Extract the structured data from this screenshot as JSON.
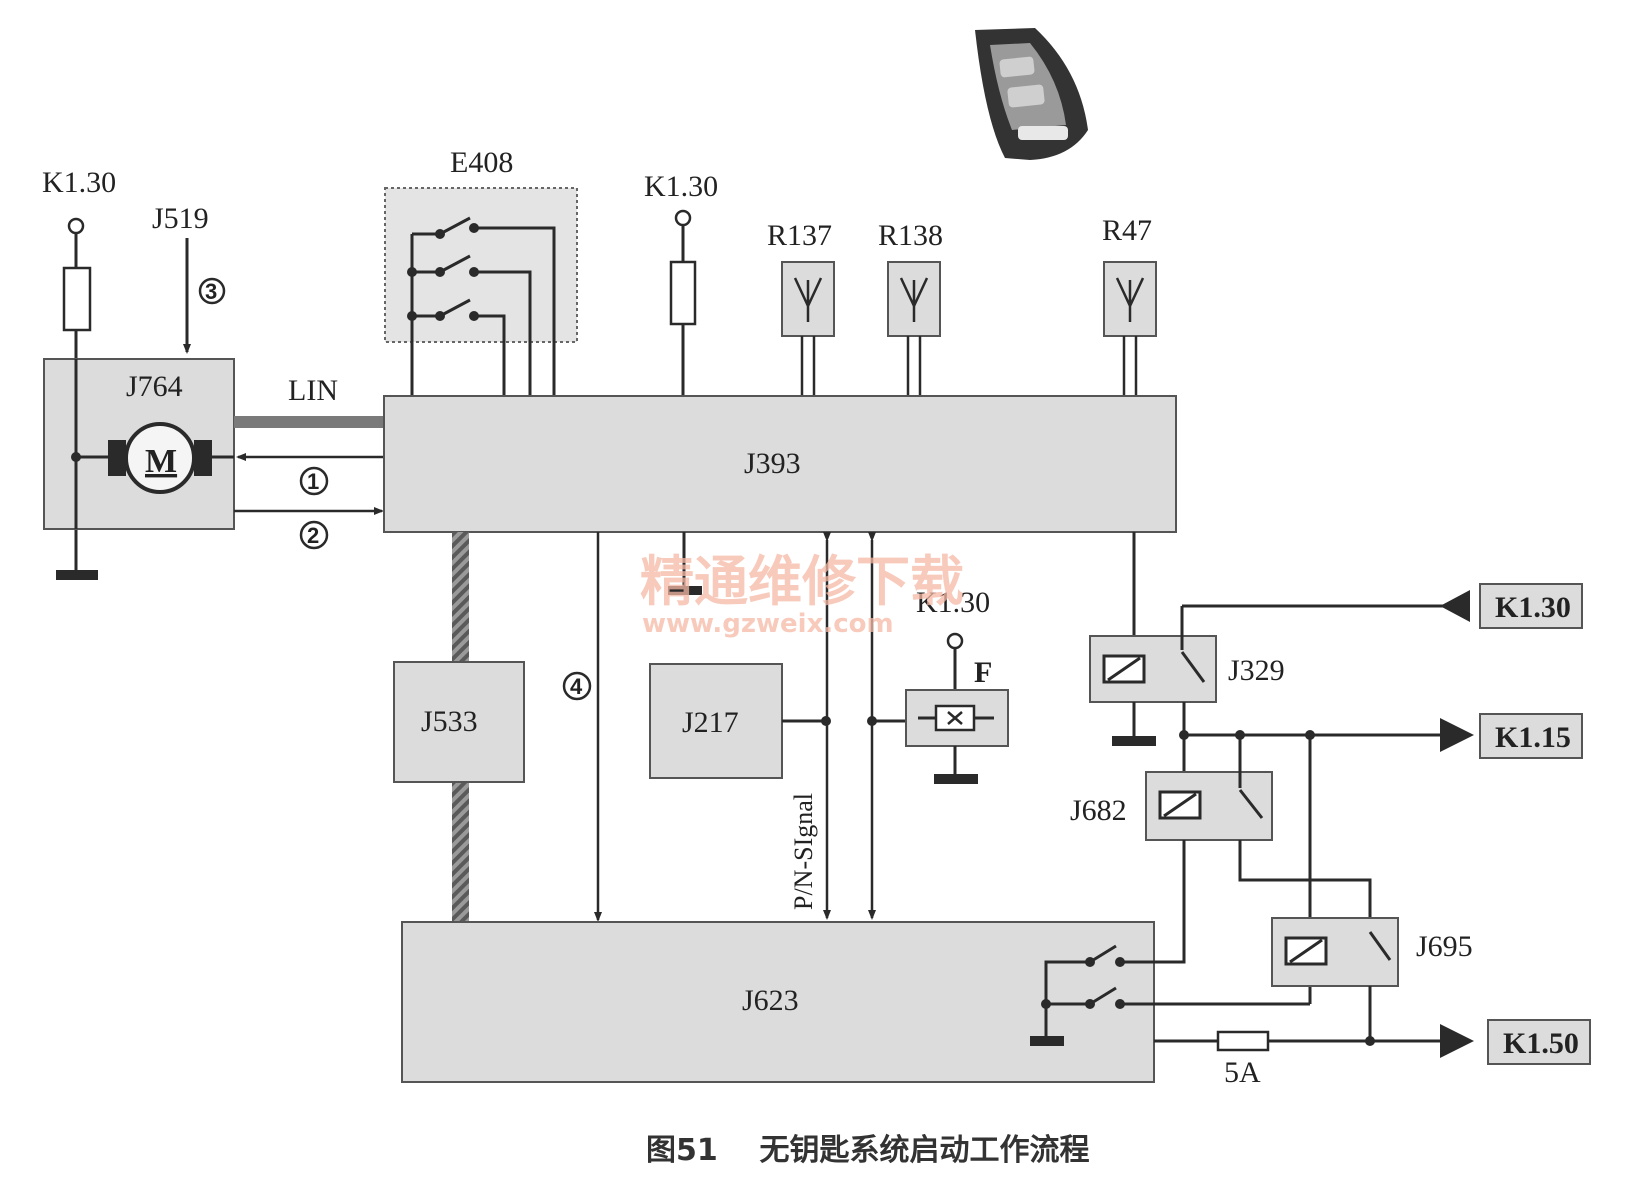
{
  "components": {
    "j764": "J764",
    "j393": "J393",
    "j533": "J533",
    "j217": "J217",
    "j623": "J623",
    "j329": "J329",
    "j682": "J682",
    "j695": "J695",
    "e408": "E408",
    "j519": "J519",
    "r137": "R137",
    "r138": "R138",
    "r47": "R47",
    "f": "F"
  },
  "terminals": {
    "k130_left": "K1.30",
    "k130_mid": "K1.30",
    "k130_f": "K1.30",
    "k130_right": "K1.30",
    "k115": "K1.15",
    "k150": "K1.50"
  },
  "labels": {
    "lin": "LIN",
    "motor": "M",
    "pn_signal": "P/N-SIgnal",
    "fuse_5a": "5A"
  },
  "markers": {
    "m1": "1",
    "m2": "2",
    "m3": "3",
    "m4": "4"
  },
  "watermark": {
    "line1": "精通维修下载",
    "line2": "www.gzweix.com"
  },
  "caption": "图51    无钥匙系统启动工作流程"
}
